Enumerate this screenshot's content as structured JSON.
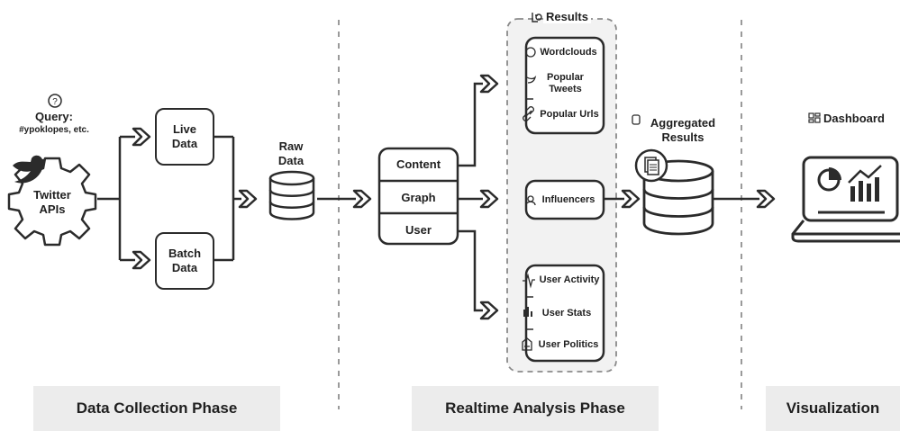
{
  "query": {
    "label": "Query:",
    "value": "#ypoklopes, etc."
  },
  "twitter_apis": "Twitter APIs",
  "live_data": "Live Data",
  "batch_data": "Batch Data",
  "raw_data": "Raw Data",
  "analysis": {
    "content": "Content",
    "graph": "Graph",
    "user": "User"
  },
  "results": {
    "title": "Results",
    "content_items": [
      "Wordclouds",
      "Popular Tweets",
      "Popular Urls"
    ],
    "graph_items": [
      "Influencers"
    ],
    "user_items": [
      "User Activity",
      "User Stats",
      "User Politics"
    ]
  },
  "aggregated_results": "Aggregated Results",
  "dashboard": "Dashboard",
  "phases": [
    "Data Collection Phase",
    "Realtime Analysis Phase",
    "Visualization"
  ],
  "colors": {
    "stroke": "#2b2b2b",
    "phase_bg": "#ececec",
    "results_bg": "#f2f2f2",
    "divider": "#9a9a9a"
  },
  "icons": [
    "question-icon",
    "twitter-bird-icon",
    "gear-icon",
    "database-icon",
    "search-results-icon",
    "chat-bubble-icon",
    "link-icon",
    "user-icon",
    "pulse-icon",
    "bar-chart-icon",
    "building-icon",
    "documents-icon",
    "dashboard-icon",
    "laptop-icon"
  ]
}
